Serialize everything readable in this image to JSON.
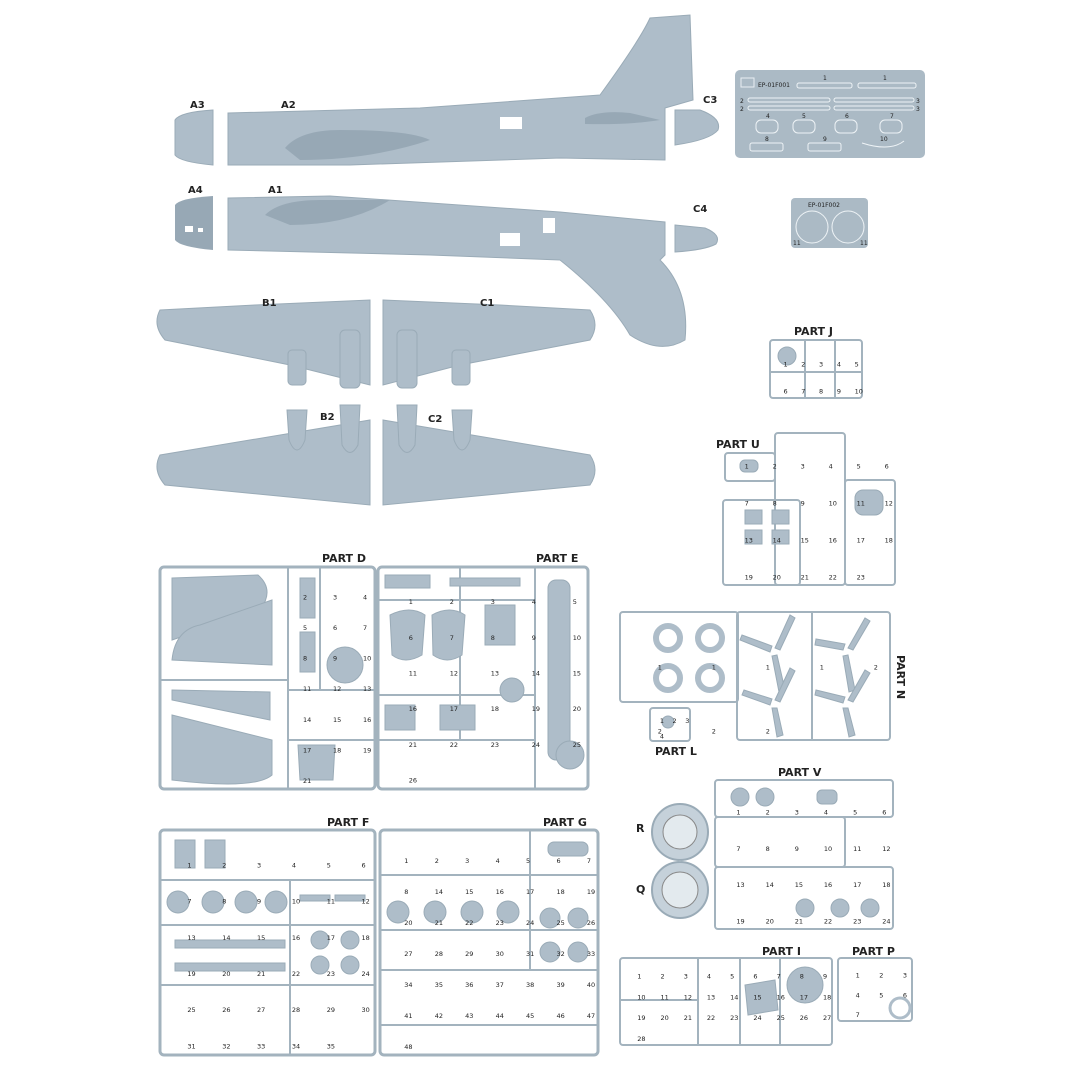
{
  "fuselage_labels": {
    "a3": "A3",
    "a2": "A2",
    "c3": "C3",
    "a4": "A4",
    "a1": "A1",
    "c4": "C4"
  },
  "wing_labels": {
    "b1": "B1",
    "c1": "C1",
    "b2": "B2",
    "c2": "C2"
  },
  "photo_etch": {
    "fret1_code": "EP-01F001",
    "fret1_numbers": [
      "1",
      "1",
      "2",
      "2",
      "3",
      "3",
      "4",
      "5",
      "6",
      "7",
      "8",
      "9",
      "10"
    ],
    "fret2_code": "EP-01F002",
    "fret2_numbers": [
      "11",
      "11"
    ]
  },
  "sprues": {
    "d": {
      "title": "PART D",
      "numbers": [
        "2",
        "3",
        "4",
        "5",
        "6",
        "7",
        "8",
        "9",
        "10",
        "11",
        "12",
        "13",
        "14",
        "15",
        "16",
        "17",
        "18",
        "19",
        "21"
      ]
    },
    "e": {
      "title": "PART E",
      "numbers": [
        "1",
        "2",
        "3",
        "4",
        "5",
        "6",
        "7",
        "8",
        "9",
        "10",
        "11",
        "12",
        "13",
        "14",
        "15",
        "16",
        "17",
        "18",
        "19",
        "20",
        "21",
        "22",
        "23",
        "24",
        "25",
        "26"
      ]
    },
    "f": {
      "title": "PART F",
      "numbers": [
        "1",
        "2",
        "3",
        "4",
        "5",
        "6",
        "7",
        "8",
        "9",
        "10",
        "11",
        "12",
        "13",
        "14",
        "15",
        "16",
        "17",
        "18",
        "19",
        "20",
        "21",
        "22",
        "23",
        "24",
        "25",
        "26",
        "27",
        "28",
        "29",
        "30",
        "31",
        "32",
        "33",
        "34",
        "35"
      ]
    },
    "g": {
      "title": "PART G",
      "numbers": [
        "1",
        "2",
        "3",
        "4",
        "5",
        "6",
        "7",
        "8",
        "14",
        "15",
        "16",
        "17",
        "18",
        "19",
        "20",
        "21",
        "22",
        "23",
        "24",
        "25",
        "26",
        "27",
        "28",
        "29",
        "30",
        "31",
        "32",
        "33",
        "34",
        "35",
        "36",
        "37",
        "38",
        "39",
        "40",
        "41",
        "42",
        "43",
        "44",
        "45",
        "46",
        "47",
        "48"
      ]
    },
    "j": {
      "title": "PART J",
      "numbers": [
        "1",
        "2",
        "3",
        "4",
        "5",
        "6",
        "7",
        "8",
        "9",
        "10"
      ]
    },
    "u": {
      "title": "PART U",
      "numbers": [
        "1",
        "2",
        "3",
        "4",
        "5",
        "6",
        "7",
        "8",
        "9",
        "10",
        "11",
        "12",
        "13",
        "14",
        "15",
        "16",
        "17",
        "18",
        "19",
        "20",
        "21",
        "22",
        "23"
      ]
    },
    "n": {
      "title": "PART N",
      "numbers": [
        "1",
        "1",
        "1",
        "1",
        "2",
        "2",
        "2",
        "2"
      ]
    },
    "l": {
      "title": "PART L",
      "numbers": [
        "1",
        "2",
        "3",
        "4"
      ]
    },
    "v": {
      "title": "PART V",
      "numbers": [
        "1",
        "2",
        "3",
        "4",
        "5",
        "6",
        "7",
        "8",
        "9",
        "10",
        "11",
        "12",
        "13",
        "14",
        "15",
        "16",
        "17",
        "18",
        "19",
        "20",
        "21",
        "22",
        "23",
        "24"
      ]
    },
    "r": {
      "title": "R"
    },
    "q": {
      "title": "Q"
    },
    "i": {
      "title": "PART I",
      "numbers": [
        "1",
        "2",
        "3",
        "4",
        "5",
        "6",
        "7",
        "8",
        "9",
        "10",
        "11",
        "12",
        "13",
        "14",
        "15",
        "16",
        "17",
        "18",
        "19",
        "20",
        "21",
        "22",
        "23",
        "24",
        "25",
        "26",
        "27",
        "28"
      ]
    },
    "p": {
      "title": "PART P",
      "numbers": [
        "1",
        "2",
        "3",
        "4",
        "5",
        "6",
        "7"
      ]
    }
  }
}
